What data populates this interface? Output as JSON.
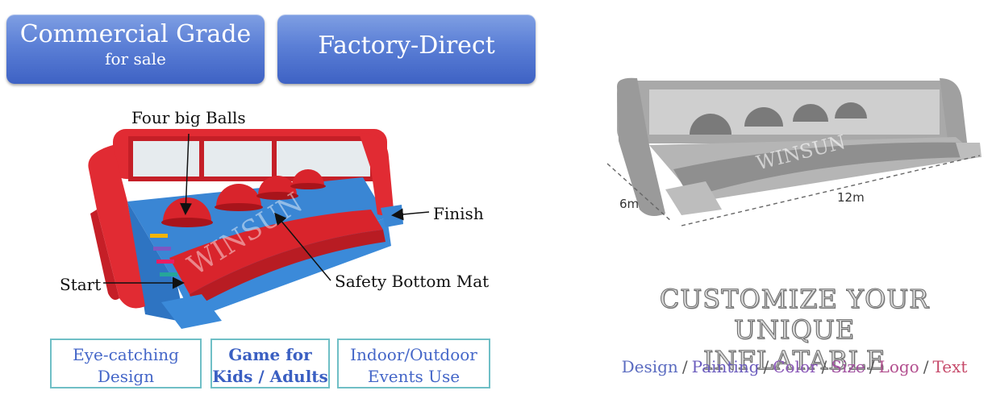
{
  "badges": {
    "commercial_title": "Commercial Grade",
    "commercial_sub": "for sale",
    "factory": "Factory-Direct"
  },
  "callouts": {
    "balls": "Four big Balls",
    "finish": "Finish",
    "start": "Start",
    "mat": "Safety Bottom Mat"
  },
  "features": [
    {
      "line1": "Eye-catching",
      "line2": "Design"
    },
    {
      "line1": "Game for",
      "line2": "Kids / Adults"
    },
    {
      "line1": "Indoor/Outdoor",
      "line2": "Events Use"
    }
  ],
  "watermark": "WINSUN",
  "dimensions": {
    "width": "6m",
    "length": "12m"
  },
  "customize": {
    "line1": "CUSTOMIZE YOUR UNIQUE",
    "line2": "INFLATABLE",
    "options": [
      {
        "label": "Design",
        "color": "#5a6bc0"
      },
      {
        "label": "Painting",
        "color": "#6b5cbd"
      },
      {
        "label": "Color",
        "color": "#8a57b8"
      },
      {
        "label": "Size",
        "color": "#a0509f"
      },
      {
        "label": "Logo",
        "color": "#b24e8e"
      },
      {
        "label": "Text",
        "color": "#c64a6a"
      }
    ]
  }
}
